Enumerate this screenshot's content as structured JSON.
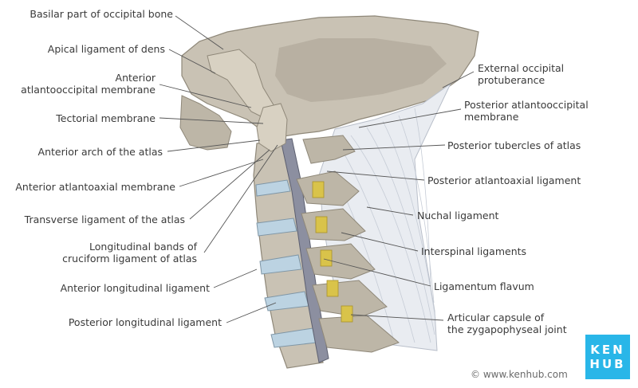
{
  "labels_left": [
    "Basilar part of occipital bone",
    "Apical ligament of dens",
    "Anterior atlantooccipital membrane",
    "Tectorial membrane",
    "Anterior arch of the atlas",
    "Anterior atlantoaxial membrane",
    "Transverse ligament of the atlas",
    "Longitudinal bands of cruciform ligament of atlas",
    "Anterior longitudinal ligament",
    "Posterior longitudinal ligament"
  ],
  "labels_right": [
    "External occipital protuberance",
    "Posterior atlantooccipital membrane",
    "Posterior tubercles of atlas",
    "Posterior atlantoaxial ligament",
    "Nuchal ligament",
    "Interspinal ligaments",
    "Ligamentum flavum",
    "Articular capsule of the zygapophyseal joint"
  ],
  "lines": {
    "l0": [
      "Basilar part of",
      "occipital bone"
    ],
    "l2": [
      "Anterior",
      "atlantooccipital membrane"
    ],
    "l7": [
      "Longitudinal bands of",
      "cruciform ligament of atlas"
    ],
    "r0": [
      "External occipital",
      "protuberance"
    ],
    "r1": [
      "Posterior atlantooccipital",
      "membrane"
    ],
    "r7": [
      "Articular capsule of",
      "the zygapophyseal joint"
    ]
  },
  "credit": "© www.kenhub.com",
  "logo": [
    "KEN",
    "HUB"
  ],
  "colors": {
    "bone": "#c9c2b4",
    "bone_dark": "#8f8879",
    "disc": "#bcd3e2",
    "ligament": "#e9ecf1",
    "flavum": "#d9c34a",
    "leader": "#555555",
    "logo": "#29b6e8"
  }
}
